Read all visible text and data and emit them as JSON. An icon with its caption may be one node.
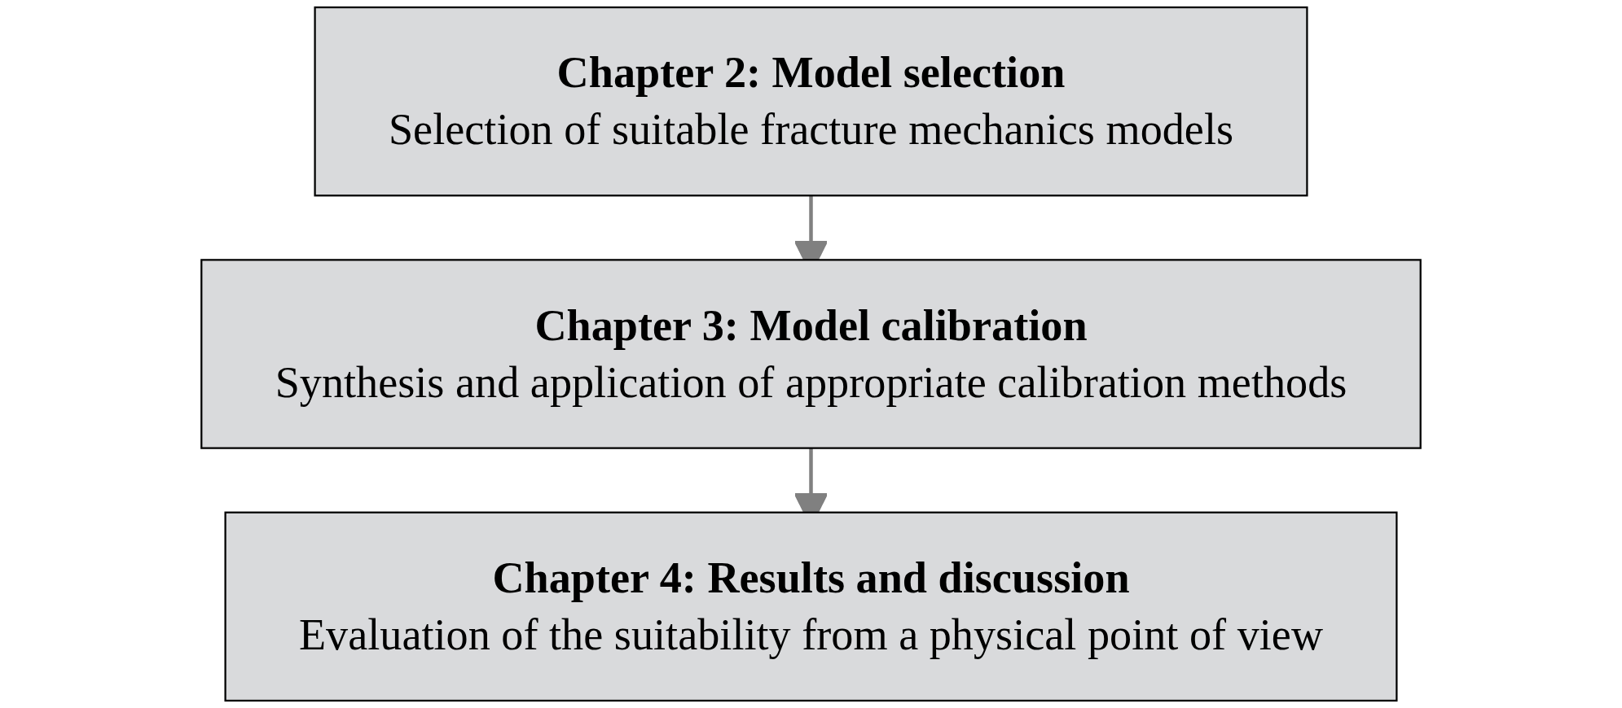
{
  "diagram": {
    "nodes": [
      {
        "text": [
          "Chapter 2: Model selection",
          "Selection of suitable fracture mechanics models"
        ]
      },
      {
        "text": [
          "Chapter 3: Model calibration",
          "Synthesis and application of appropriate calibration methods"
        ]
      },
      {
        "text": [
          "Chapter 4: Results and discussion",
          "Evaluation of the suitability from a physical point of view"
        ]
      }
    ],
    "edges": [
      {
        "from": 0,
        "to": 1,
        "arrow": "to"
      },
      {
        "from": 1,
        "to": 2,
        "arrow": "to"
      }
    ]
  }
}
